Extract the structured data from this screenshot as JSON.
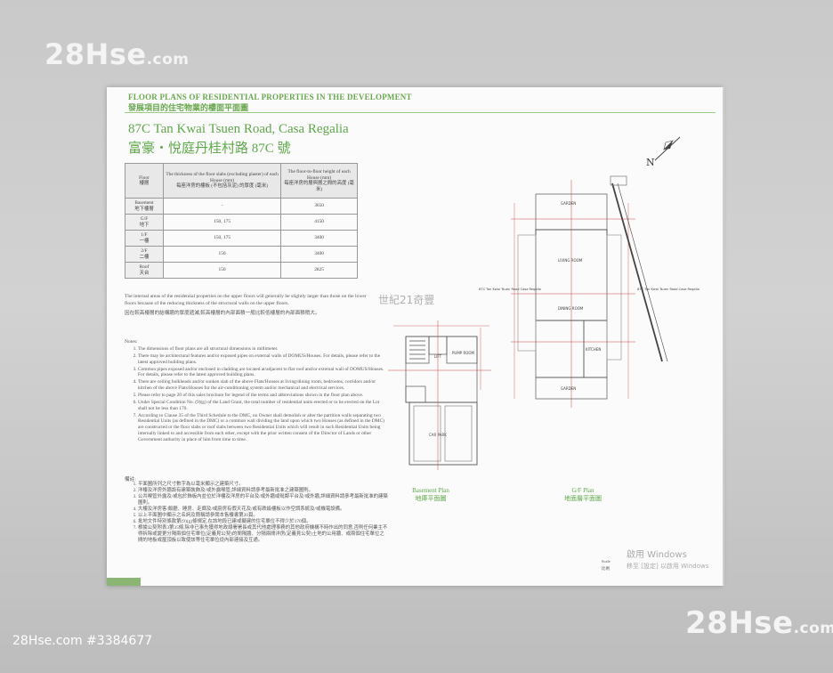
{
  "watermark": {
    "brand": "28Hse",
    "domain": ".com",
    "listing_id": "28Hse.com #3384677"
  },
  "document": {
    "header_en": "FLOOR PLANS OF RESIDENTIAL PROPERTIES IN THE DEVELOPMENT",
    "header_zh": "發展項目的住宅物業的樓面平面圖",
    "title_en": "87C Tan Kwai Tsuen Road, Casa Regalia",
    "title_zh": "富豪・悅庭丹桂村路 87C 號",
    "table": {
      "col_floor": "Floor",
      "col_floor_zh": "樓層",
      "col_slab_en": "The thickness of the floor slabs (excluding plaster) of each House (mm)",
      "col_slab_zh": "每座洋房的樓板 (不包括灰泥) 的厚度 (毫米)",
      "col_height_en": "The floor-to-floor height of each House (mm)",
      "col_height_zh": "每座洋房的層與層之間的高度 (毫米)",
      "rows": [
        {
          "floor_en": "Basement",
          "floor_zh": "地下樓層",
          "slab": "-",
          "height": "3650"
        },
        {
          "floor_en": "G/F",
          "floor_zh": "地下",
          "slab": "150, 175",
          "height": "4150"
        },
        {
          "floor_en": "1/F",
          "floor_zh": "一樓",
          "slab": "150, 175",
          "height": "3400"
        },
        {
          "floor_en": "2/F",
          "floor_zh": "二樓",
          "slab": "150",
          "height": "3400"
        },
        {
          "floor_en": "Roof",
          "floor_zh": "天台",
          "slab": "150",
          "height": "2825"
        }
      ]
    },
    "para_en": "The internal areas of the residential properties on the upper floors will generally be slightly larger than those on the lower floors because of the reducing thickness of the structural walls on the upper floors.",
    "para_zh": "因在較高樓層的結構牆的厚度遞減,較高樓層的內部面積一般比較低樓層的內部面積稍大。",
    "notes_title": "Notes:",
    "notes": [
      "The dimensions of floor plans are all structural dimensions in millimeter.",
      "There may be architectural features and/or exposed pipes on external walls of DOMUS/Houses. For details, please refer to the latest approved building plans.",
      "Common pipes exposed and/or enclosed in cladding are located at/adjacent to flat roof and/or external wall of DOMUS/Houses. For details, please refer to the latest approved building plans.",
      "There are ceiling bulkheads and/or sunken slab of the above Flats/Houses at living/dining room, bedrooms, corridors and/or kitchen of the above Flats/Houses for the air-conditioning system and/or mechanical and electrical services.",
      "Please refer to page 20 of this sales brochure for legend of the terms and abbreviations shown in the floor plan above.",
      "Under Special Condition No. (9)(g) of the Land Grant, the total number of residential units erected or to be erected on the Lot shall not be less than 170.",
      "According to Clause 35 of the Third Schedule to the DMC, no Owner shall demolish or alter the partition walls separating two Residential Units (as defined in the DMC) or a common wall dividing the land upon which two Houses (as defined in the DMC) are constructed or the floor slabs or roof slabs between two Residential Units which will result in such Residential Units being internally linked to and accessible from each other, except with the prior written consent of the Director of Lands or other Government authority in place of him from time to time."
    ],
    "notes_zh_title": "備註:",
    "notes_zh": [
      "平面圖所列之尺寸數字為以毫米顯示之建築尺寸。",
      "洋樓及洋房外牆設有建築裝飾及/或外露喉管,詳細資料請參考最新批准之建築圖則。",
      "公共喉管外露及/或包於飾板內並位於洋樓及洋房的平台及/或外牆或毗鄰平台及/或外牆,詳細資料請參考最新批准的建築圖則。",
      "大樓及洋房客/飯廳、睡房、走廊及/或廚房有假天花及/或有跌級樓板以作空調系統及/或機電設備。",
      "以上平面圖中顯示之名詞及簡稱請參閱本售樓書第20頁。",
      "批地文件特別條款第(9)(g)條規定,在該地段已建或擬建的住宅單位不得少於170個。",
      "根據公契附表3第35條,除非已事先獲得地政總署署長或其代他處理事務的其他政府機構不時作出的同意,否則任何業主不得拆除或變更分隔兩個住宅單位(定義見公契)的間隔牆、分隔兩間洋房(定義見公契)土地的公用牆、或兩個住宅單位之間的地板或屋頂板以致使該等住宅單位從內部連接及互通。"
    ],
    "plan_watermark": "世紀21奇豐",
    "basement_plan_en": "Basement Plan",
    "basement_plan_zh": "地庫平面圖",
    "gf_plan_en": "G/F Plan",
    "gf_plan_zh": "地面層平面圖",
    "scale_label": "Scale",
    "scale_zh": "比例",
    "north": "N",
    "windows_overlay": "啟用 Windows",
    "windows_overlay_sub": "移至 [設定] 以啟用 Windows",
    "plan_labels": {
      "garden": "GARDEN",
      "living_room": "LIVING ROOM",
      "dining_room": "DINING ROOM",
      "kitchen": "KITCHEN",
      "garden_lower": "GARDEN",
      "car_park": "CAR PARK",
      "pump_room": "PUMP ROOM",
      "lift": "LIFT",
      "house_label_left": "87C Tan Kwai Tsuen Road Casa Regalia",
      "house_label_right": "87C Tan Kwai Tsuen Road Casa Regalia"
    }
  }
}
